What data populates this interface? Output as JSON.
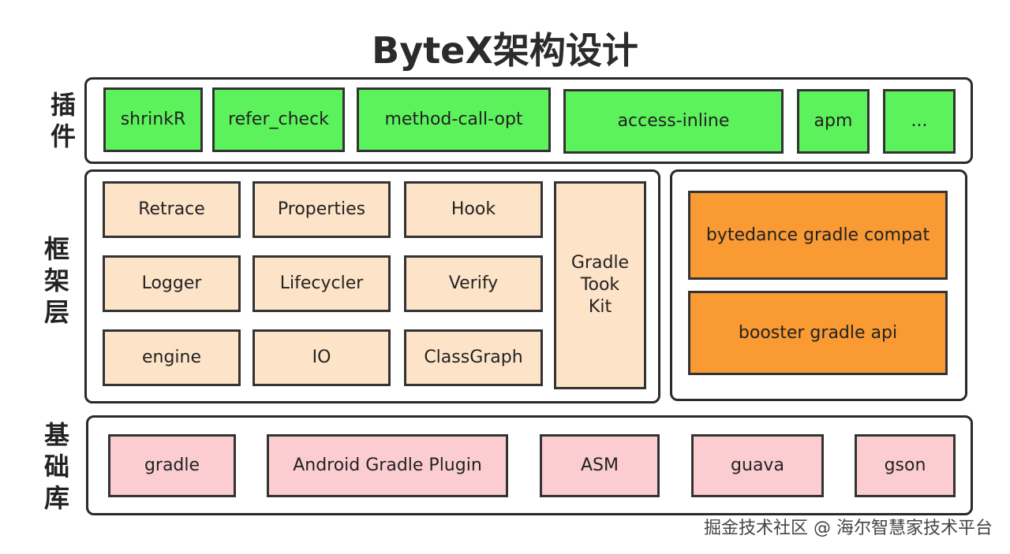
{
  "title": "ByteX架构设计",
  "layers": {
    "plugins": {
      "label": "插件",
      "items": [
        "shrinkR",
        "refer_check",
        "method-call-opt",
        "access-inline",
        "apm",
        "..."
      ]
    },
    "framework": {
      "label": "框架层",
      "grid": [
        "Retrace",
        "Properties",
        "Hook",
        "Logger",
        "Lifecycler",
        "Verify",
        "engine",
        "IO",
        "ClassGraph"
      ],
      "toolkit": "Gradle Took Kit",
      "compat": [
        "bytedance gradle compat",
        "booster gradle api"
      ]
    },
    "base": {
      "label": "基础库",
      "items": [
        "gradle",
        "Android Gradle Plugin",
        "ASM",
        "guava",
        "gson"
      ]
    }
  },
  "footer": "掘金技术社区 @ 海尔智慧家技术平台",
  "colors": {
    "plugin": "#5cf25c",
    "framework_core": "#fde3c8",
    "framework_compat": "#f99a33",
    "base": "#fbcdd0"
  }
}
